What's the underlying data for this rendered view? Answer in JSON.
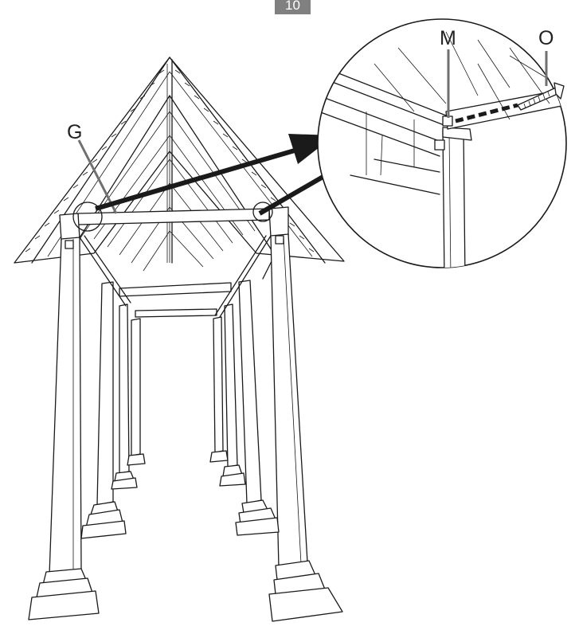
{
  "step": {
    "number": "10",
    "color": "#808080"
  },
  "callouts": {
    "g": "G",
    "m": "M",
    "o": "O"
  },
  "colors": {
    "line": "#1a1a1a",
    "leader": "#707070",
    "background": "#ffffff"
  },
  "icons": [
    "arrow-icon",
    "screw-icon",
    "bracket-icon"
  ]
}
